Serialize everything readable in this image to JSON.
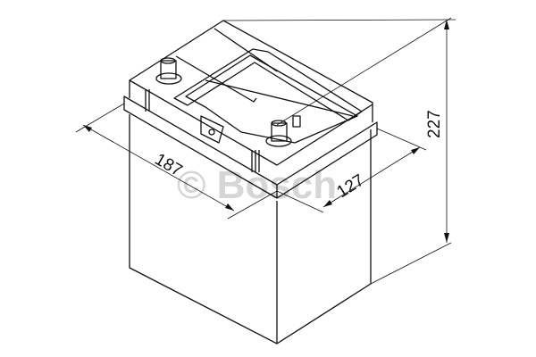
{
  "drawing": {
    "subject": "battery",
    "dimensions": {
      "length": "187",
      "width": "127",
      "height": "227"
    },
    "watermark": "© Bosch",
    "colors": {
      "line": "#111111",
      "watermark": "#d6d6d6",
      "background": "#ffffff"
    }
  }
}
